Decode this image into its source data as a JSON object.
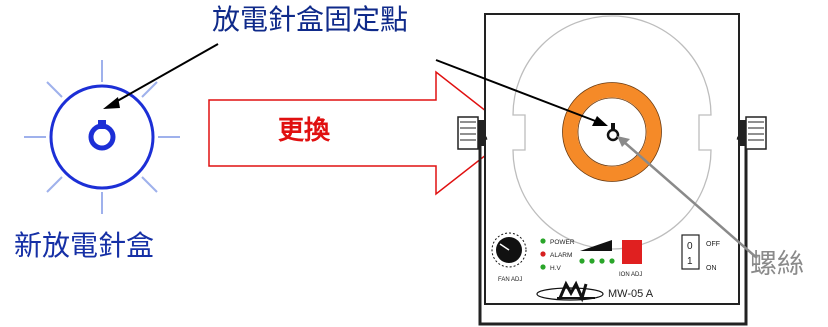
{
  "labels": {
    "fixing_point": "放電針盒固定點",
    "new_box": "新放電針盒",
    "replace": "更換",
    "screw": "螺絲"
  },
  "device": {
    "model": "MW-05 A",
    "leds": [
      "POWER",
      "ALARM",
      "H.V"
    ],
    "knob_label": "FAN ADJ",
    "ion_label": "ION ADJ",
    "switch_off": "OFF",
    "switch_on": "ON",
    "switch_0": "0",
    "switch_1": "1"
  },
  "colors": {
    "ring": "#f58a28",
    "new_box": "#1c2fd6",
    "arrow_outline": "#e01010",
    "led_green": "#2aa52a",
    "led_red": "#d62020",
    "button_red": "#e02020"
  }
}
